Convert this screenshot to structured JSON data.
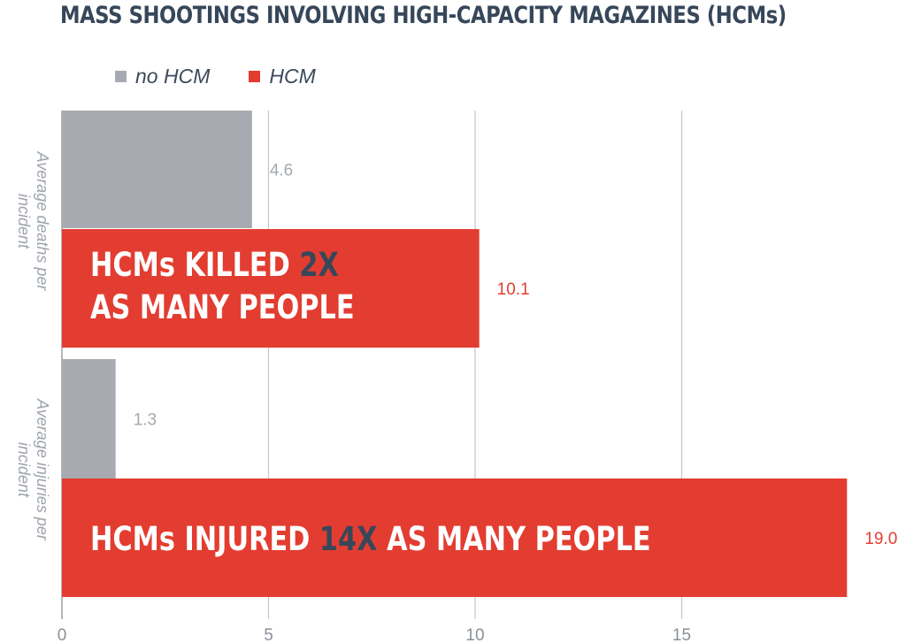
{
  "title": "MASS SHOOTINGS INVOLVING HIGH-CAPACITY MAGAZINES (HCMs)",
  "legend": [
    {
      "label": "no HCM",
      "color": "#a7abb1"
    },
    {
      "label": "HCM",
      "color": "#e33d31"
    }
  ],
  "colors": {
    "no_hcm": "#a7abb1",
    "hcm": "#e33d31",
    "callout_emphasis": "#37475a",
    "axis_text": "#8a9098"
  },
  "callouts": {
    "deaths": {
      "line1_pre": "HCMs KILLED ",
      "line1_em": "2X",
      "line2": "AS MANY PEOPLE"
    },
    "injuries": {
      "pre": "HCMs INJURED ",
      "em": "14X",
      "post": " AS MANY PEOPLE"
    }
  },
  "chart_data": {
    "type": "bar",
    "orientation": "horizontal",
    "title": "MASS SHOOTINGS INVOLVING HIGH-CAPACITY MAGAZINES (HCMs)",
    "categories": [
      "Average deaths per incident",
      "Average injuries per incident"
    ],
    "series": [
      {
        "name": "no HCM",
        "values": [
          4.6,
          1.3
        ],
        "labels": [
          "4.6",
          "1.3"
        ]
      },
      {
        "name": "HCM",
        "values": [
          10.1,
          19.0
        ],
        "labels": [
          "10.1",
          "19.0"
        ]
      }
    ],
    "xlim": [
      0,
      20
    ],
    "xticks": [
      0,
      5,
      10,
      15
    ],
    "grid": true,
    "legend_position": "top-left"
  }
}
